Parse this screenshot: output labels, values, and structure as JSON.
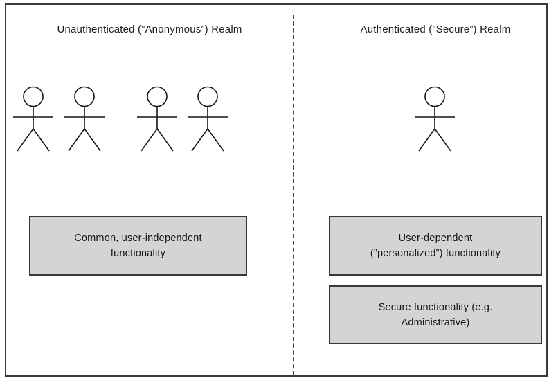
{
  "diagram": {
    "frame_border_color": "#3a3a3a",
    "divider_color": "#4a4a4a",
    "box_fill_color": "#d4d4d4",
    "box_border_color": "#383838",
    "actor_icon": "stick-figure-actor",
    "left_realm": {
      "title": "Unauthenticated (”Anonymous”) Realm",
      "actor_count": 4,
      "boxes": [
        {
          "label": "Common, user-independent\nfunctionality"
        }
      ]
    },
    "right_realm": {
      "title": "Authenticated (”Secure”) Realm",
      "actor_count": 1,
      "boxes": [
        {
          "label": "User-dependent\n(”personalized”) functionality"
        },
        {
          "label": "Secure functionality (e.g.\nAdministrative)"
        }
      ]
    }
  }
}
